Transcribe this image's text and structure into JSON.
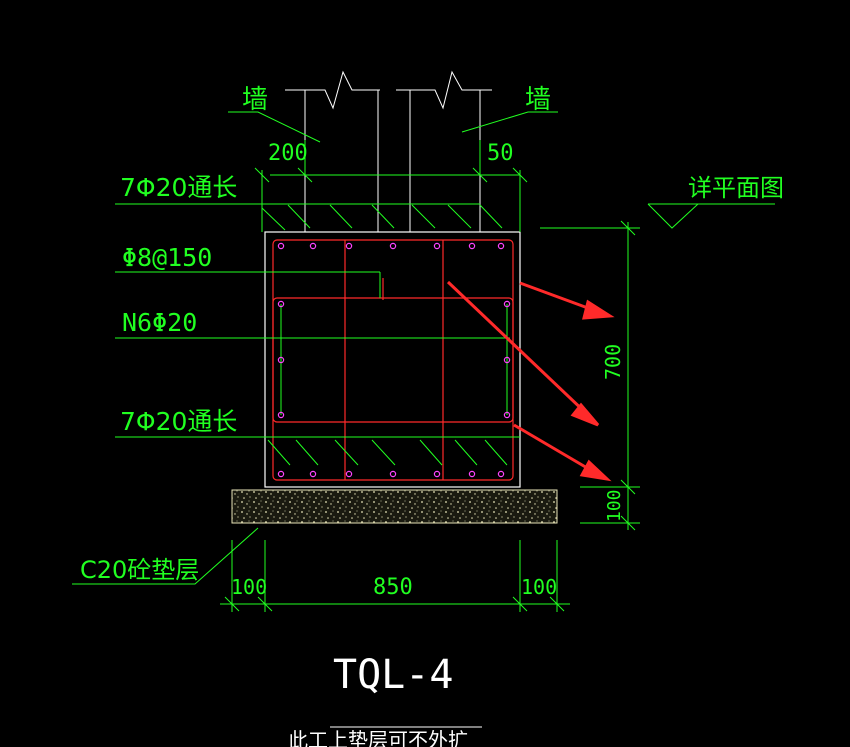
{
  "drawing": {
    "title": "TQL-4",
    "note": "此工上垫层可不外扩",
    "colors": {
      "dimension": "#21ff21",
      "rebar": "#ff2a2a",
      "concrete_outline": "#ffffff",
      "bedding_fill": "#e8e4b8",
      "annotation_arrow": "#ff2a2a",
      "rebar_dot": "#ff44ff"
    }
  },
  "labels": {
    "wall_left": "墙",
    "wall_right": "墙",
    "dim_wall_left": "200",
    "dim_wall_right": "50",
    "top_bars": "7Φ20通长",
    "stirrup": "Φ8@150",
    "side_bars": "N6Φ20",
    "bottom_bars": "7Φ20通长",
    "bedding": "C20砼垫层",
    "plan_ref": "详平面图",
    "dim_height": "700",
    "dim_bedding": "100",
    "dim_width": "850",
    "dim_overhang_left": "100",
    "dim_overhang_right": "100"
  }
}
